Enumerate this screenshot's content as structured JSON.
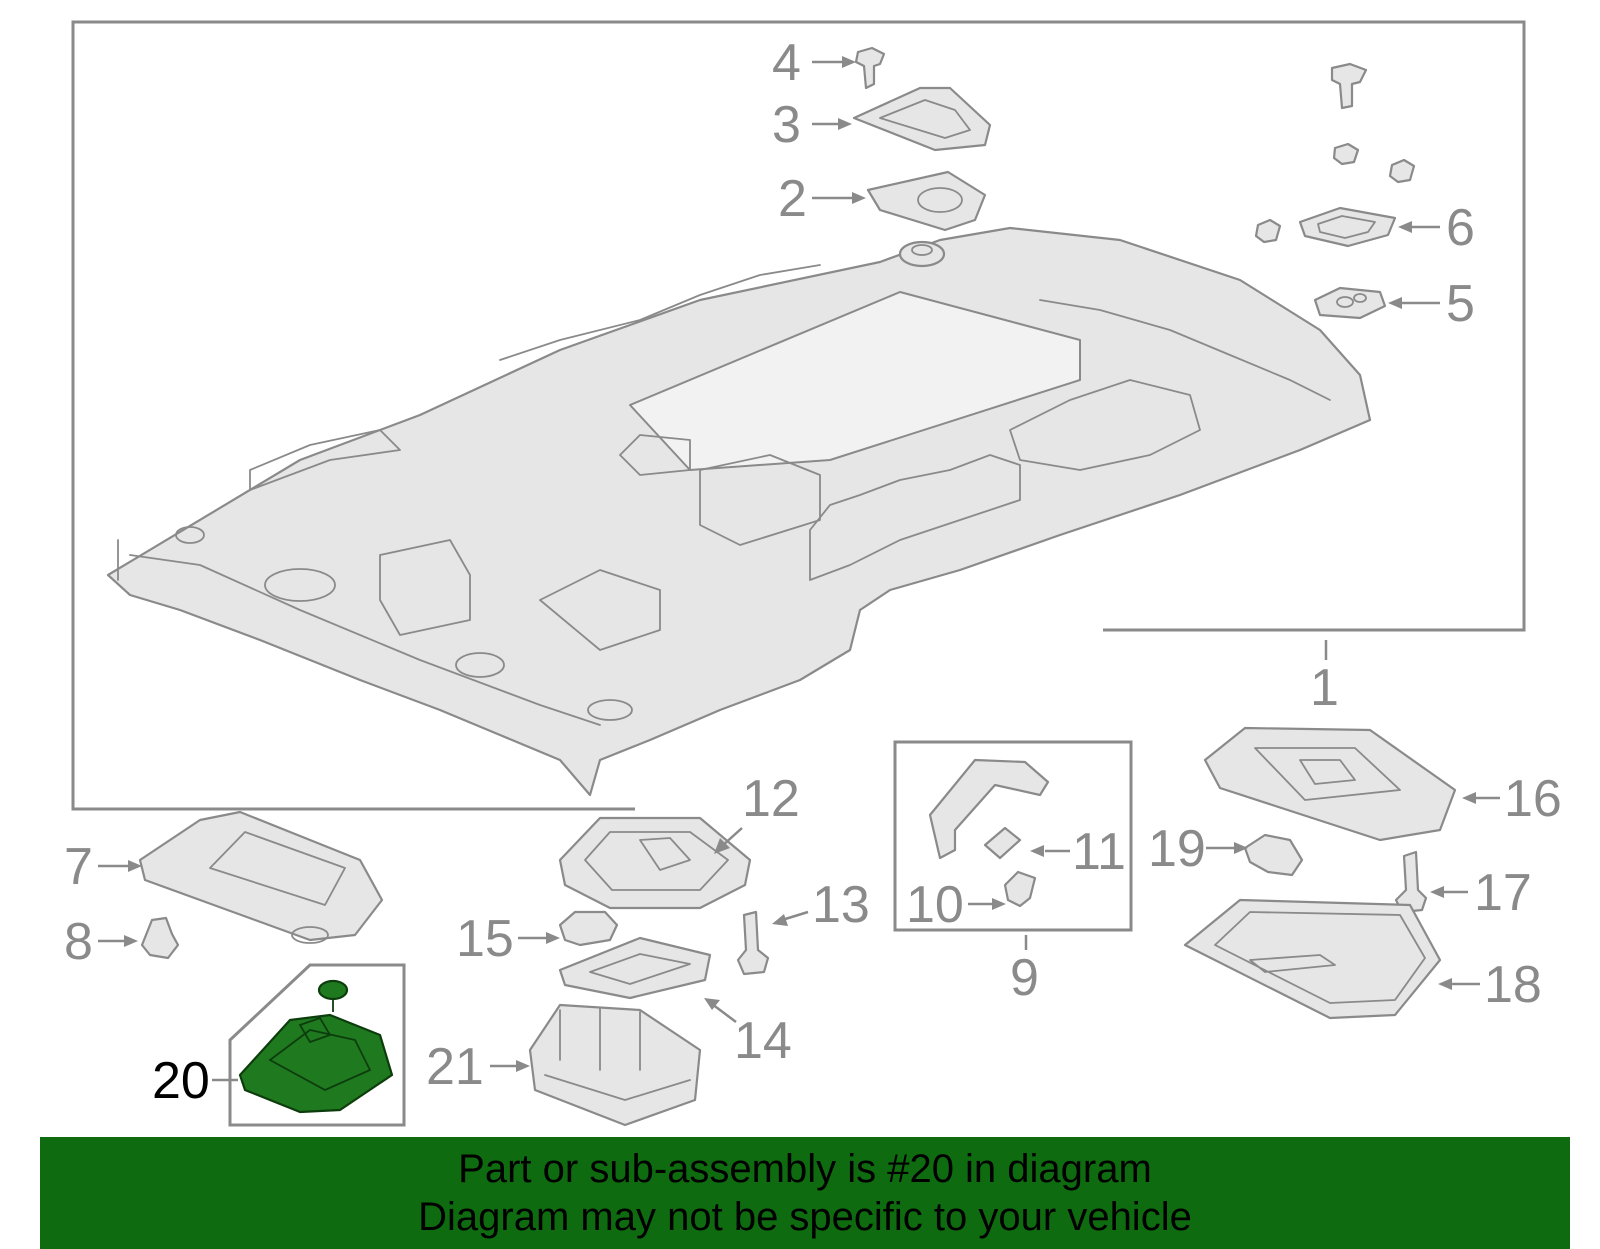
{
  "callouts": {
    "c1": "1",
    "c2": "2",
    "c3": "3",
    "c4": "4",
    "c5": "5",
    "c6": "6",
    "c7": "7",
    "c8": "8",
    "c9": "9",
    "c10": "10",
    "c11": "11",
    "c12": "12",
    "c13": "13",
    "c14": "14",
    "c15": "15",
    "c16": "16",
    "c17": "17",
    "c18": "18",
    "c19": "19",
    "c20": "20",
    "c21": "21"
  },
  "highlight": {
    "part_number": "20",
    "color": "#1f7a1f"
  },
  "banner": {
    "line1": "Part or sub-assembly is #20 in diagram",
    "line2": "Diagram may not be specific to your vehicle",
    "background": "#0f6b0f"
  }
}
